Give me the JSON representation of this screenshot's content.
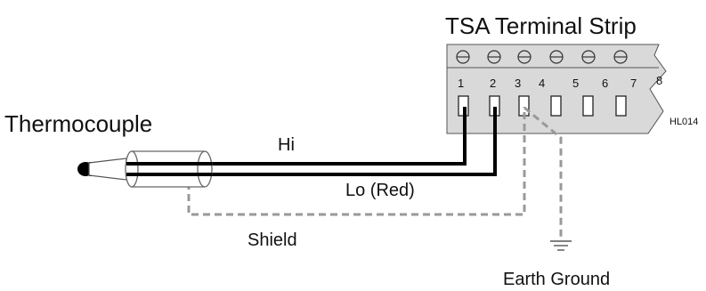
{
  "diagram": {
    "title": "TSA Terminal Strip",
    "device_label": "Thermocouple",
    "wire_hi_label": "Hi",
    "wire_lo_label": "Lo (Red)",
    "shield_label": "Shield",
    "ground_label": "Earth Ground",
    "figure_code": "HL014",
    "terminal_numbers": [
      "1",
      "2",
      "3",
      "4",
      "5",
      "6",
      "7",
      "8"
    ],
    "colors": {
      "strip_fill": "#d9d9d9",
      "wire": "#000000",
      "shield_line": "#999999",
      "background": "#ffffff"
    }
  }
}
